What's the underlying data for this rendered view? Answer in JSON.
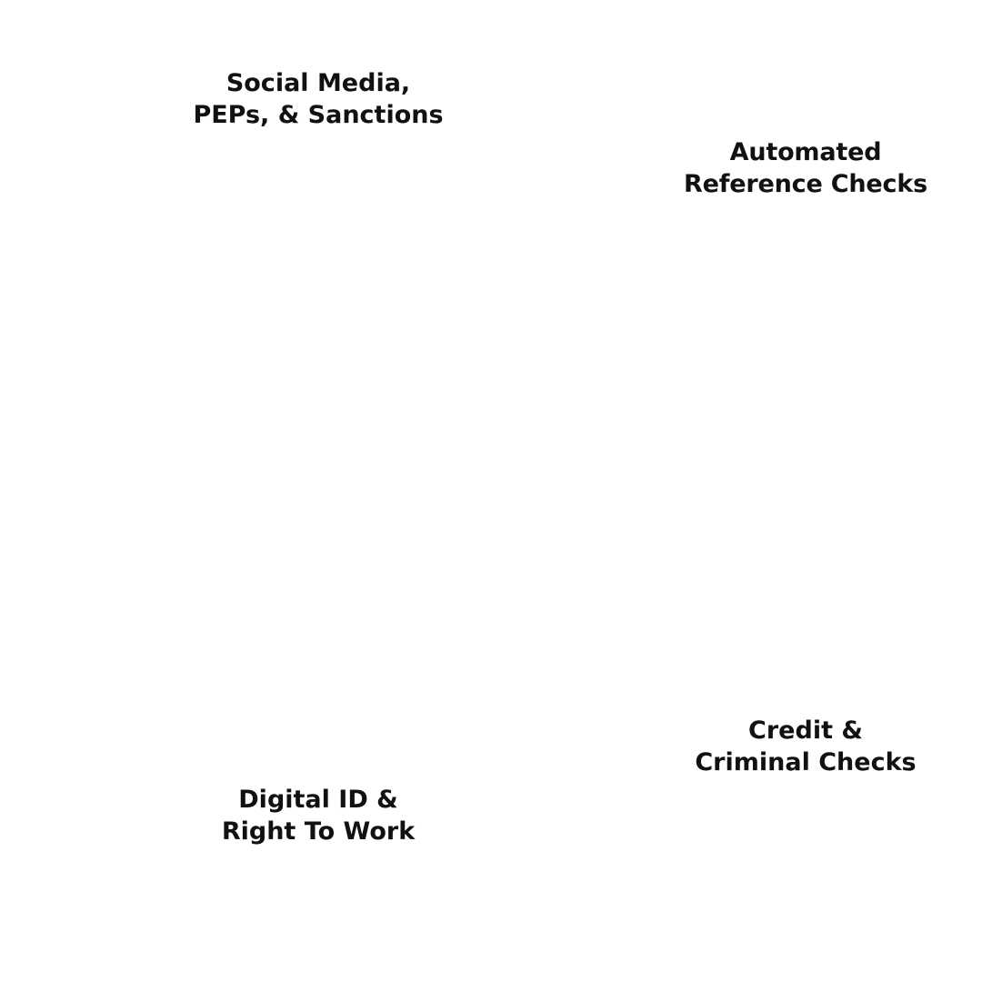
{
  "colors": {
    "background": "#ffffff",
    "text": "#111111"
  },
  "labels": {
    "social_media": {
      "line1": "Social Media,",
      "line2": "PEPs, & Sanctions"
    },
    "reference_checks": {
      "line1": "Automated",
      "line2": "Reference Checks"
    },
    "credit_criminal": {
      "line1": "Credit &",
      "line2": "Criminal Checks"
    },
    "digital_id": {
      "line1": "Digital ID &",
      "line2": "Right To Work"
    }
  }
}
